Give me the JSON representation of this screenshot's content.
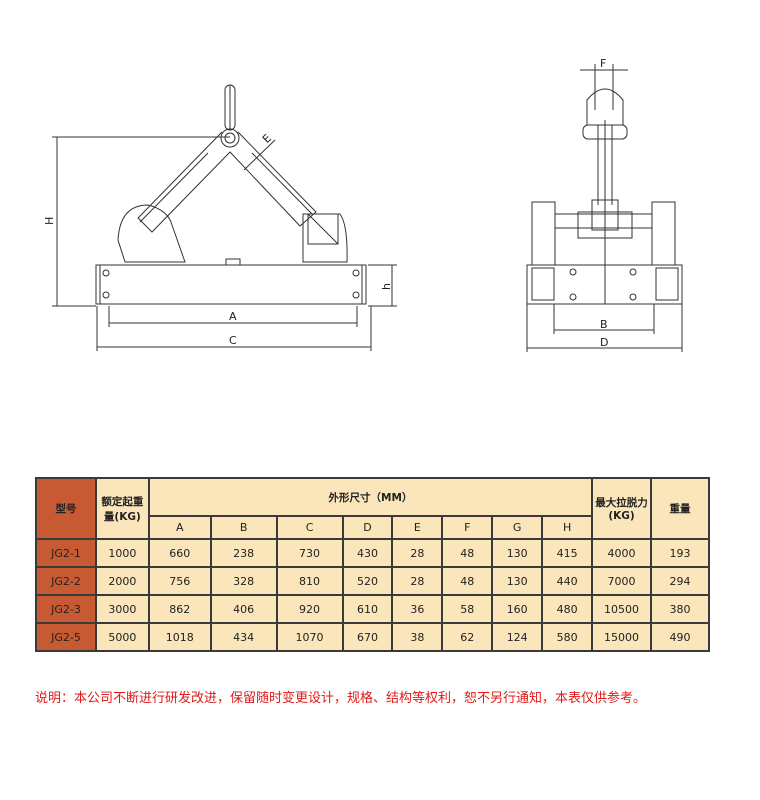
{
  "drawing": {
    "front_labels": {
      "H": "H",
      "E": "E",
      "h": "h",
      "A": "A",
      "C": "C"
    },
    "side_labels": {
      "F": "F",
      "B": "B",
      "D": "D"
    }
  },
  "table": {
    "headers": {
      "model": "型号",
      "rated_load": "额定起重量(KG)",
      "dimensions": "外形尺寸（MM）",
      "dim_cols": [
        "A",
        "B",
        "C",
        "D",
        "E",
        "F",
        "G",
        "H"
      ],
      "max_pull": "最大拉脱力(KG)",
      "weight": "重量"
    },
    "rows": [
      [
        "JG2-1",
        "1000",
        "660",
        "238",
        "730",
        "430",
        "28",
        "48",
        "130",
        "415",
        "4000",
        "193"
      ],
      [
        "JG2-2",
        "2000",
        "756",
        "328",
        "810",
        "520",
        "28",
        "48",
        "130",
        "440",
        "7000",
        "294"
      ],
      [
        "JG2-3",
        "3000",
        "862",
        "406",
        "920",
        "610",
        "36",
        "58",
        "160",
        "480",
        "10500",
        "380"
      ],
      [
        "JG2-5",
        "5000",
        "1018",
        "434",
        "1070",
        "670",
        "38",
        "62",
        "124",
        "580",
        "15000",
        "490"
      ]
    ]
  },
  "note": "说明：本公司不断进行研发改进，保留随时变更设计，规格、结构等权利，恕不另行通知，本表仅供参考。"
}
